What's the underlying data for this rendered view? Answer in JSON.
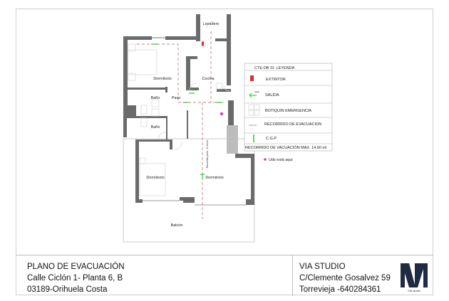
{
  "plan": {
    "rooms": {
      "lavadero": "Lavadero",
      "dormitorio_1": "Dormitorio",
      "cocina": "Cocina",
      "bano_1": "Baño",
      "paso": "Paso",
      "bano_2": "Baño",
      "dormitorio_2": "Dormitorio",
      "dormitorio_3": "Dormitorio",
      "balcon": "Balcón"
    },
    "route_note": "Recorrido perm. 11.50 ml",
    "exit_sign_text": "Salida"
  },
  "legend": {
    "title": "CTE-DB SI- LEYENDA",
    "items": [
      {
        "icon": "extinguisher-icon",
        "label": "EXTINTOR"
      },
      {
        "icon": "exit-arrow-icon",
        "label": "SALIDA"
      },
      {
        "icon": "first-aid-icon",
        "label": "BOTIQUIN EMERGENCIA"
      },
      {
        "icon": "route-line-icon",
        "label": "RECORRIDO DE EVACUACION"
      },
      {
        "icon": "cgp-icon",
        "label": "C.G.P"
      }
    ],
    "max_route": "RECORRIDO DE VACUACIÓN MAX. 14.60 ml",
    "you_are_here": "Uds está aqui"
  },
  "title_block": {
    "title": "PLANO DE EVACUACIÓN",
    "address_1": "Calle Ciclón 1- Planta 6, B",
    "address_2": "03189-Orihuela Costa",
    "company": "VIA STUDIO",
    "company_address": "C/Clemente Gosalvez 59",
    "company_city_phone": "Torrevieja -640284361",
    "logo_text": "VIA studio"
  },
  "colors": {
    "wall": "#6b6b6b",
    "route": "#c98080",
    "exit": "#5ed35e",
    "extinguisher": "#d9302a",
    "here": "#d63fb0",
    "logo": "#1f2a44"
  }
}
